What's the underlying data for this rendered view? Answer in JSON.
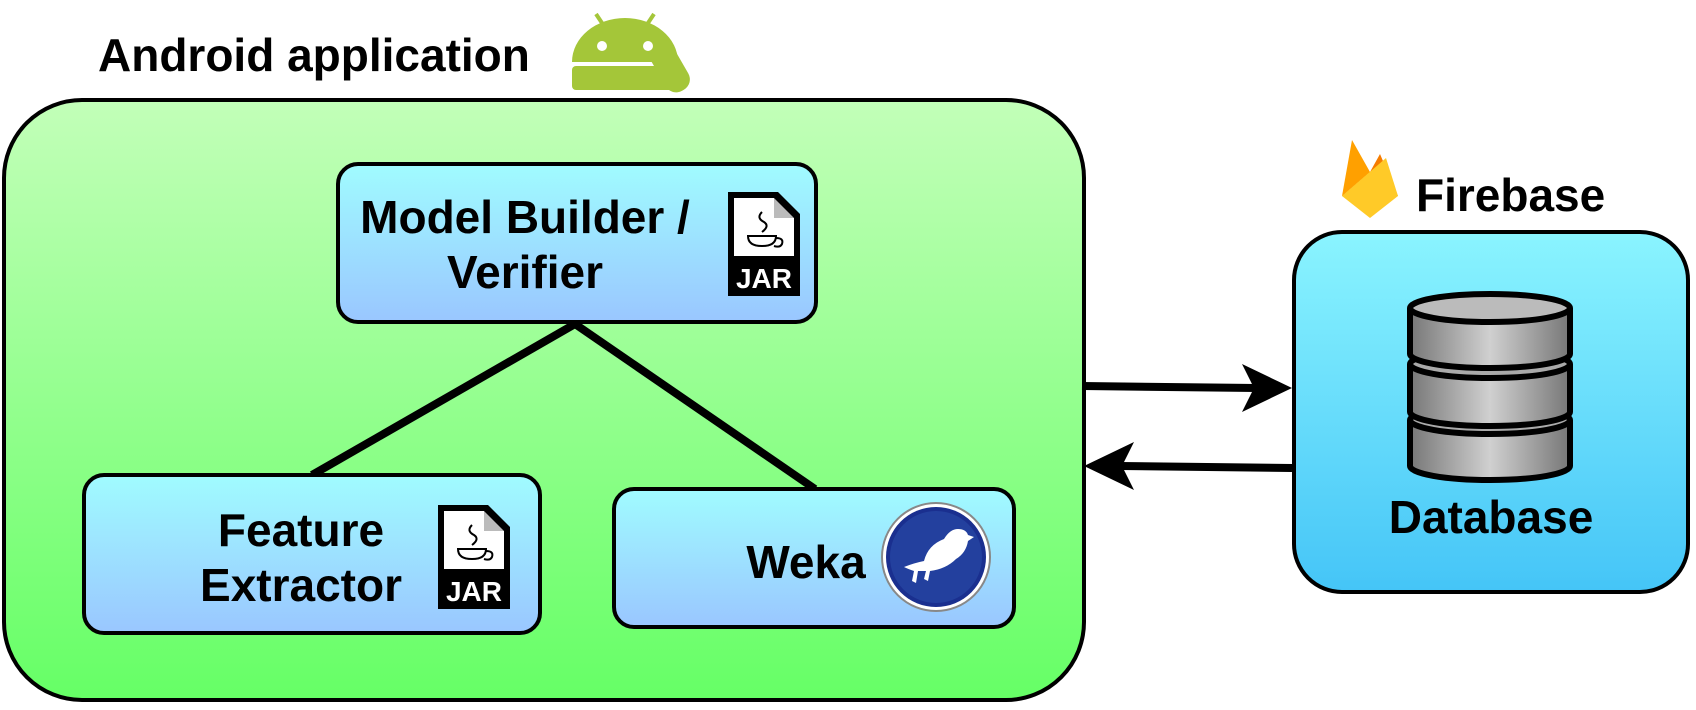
{
  "android": {
    "title": "Android application",
    "icon": "android-logo-icon"
  },
  "firebase": {
    "title": "Firebase",
    "icon": "firebase-flame-icon"
  },
  "components": {
    "model_builder": {
      "line1": "Model Builder /",
      "line2": "Verifier",
      "icon": "jar-file-icon",
      "icon_text": "JAR"
    },
    "feature_extractor": {
      "line1": "Feature",
      "line2": "Extractor",
      "icon": "jar-file-icon",
      "icon_text": "JAR"
    },
    "weka": {
      "label": "Weka",
      "icon": "weka-bird-icon"
    },
    "database": {
      "label": "Database",
      "icon": "database-cylinder-icon"
    }
  },
  "colors": {
    "android_container_top": "#c2ffb8",
    "android_container_bottom": "#66ff66",
    "component_top": "#a0fbff",
    "component_bottom": "#9ac7ff",
    "firebase_top": "#8af4ff",
    "firebase_bottom": "#45c5f7",
    "android_green": "#a4c639"
  }
}
